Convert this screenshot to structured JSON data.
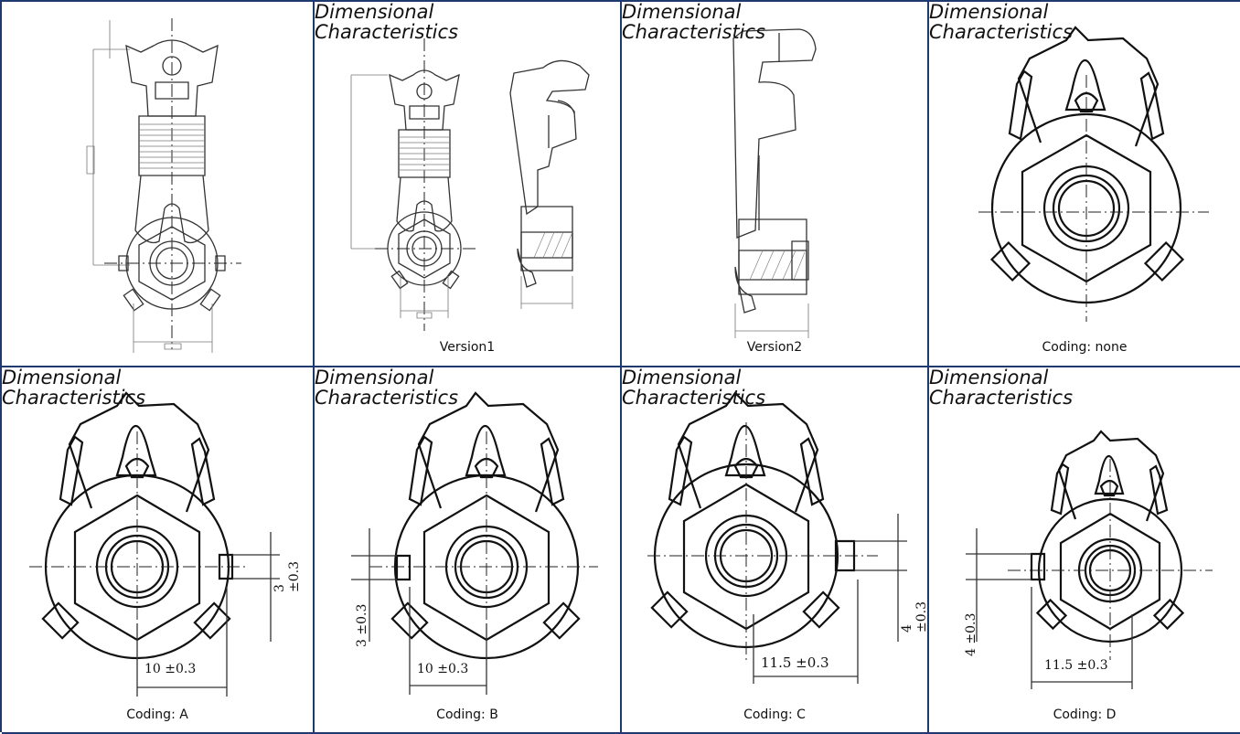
{
  "cells": [
    {
      "id": "r1c1",
      "header": "",
      "caption": ""
    },
    {
      "id": "r1c2",
      "header": "Dimensional\nCharacteristics",
      "caption": "Version1"
    },
    {
      "id": "r1c3",
      "header": "Dimensional\nCharacteristics",
      "caption": "Version2"
    },
    {
      "id": "r1c4",
      "header": "Dimensional\nCharacteristics",
      "caption": "Coding: none"
    },
    {
      "id": "r2c1",
      "header": "Dimensional\nCharacteristics",
      "caption": "Coding: A"
    },
    {
      "id": "r2c2",
      "header": "Dimensional\nCharacteristics",
      "caption": "Coding: B"
    },
    {
      "id": "r2c3",
      "header": "Dimensional\nCharacteristics",
      "caption": "Coding: C"
    },
    {
      "id": "r2c4",
      "header": "Dimensional\nCharacteristics",
      "caption": "Coding: D"
    }
  ],
  "dimensions": {
    "a_width": "10 ±0.3",
    "a_height": "3 ±0.3",
    "b_width": "10 ±0.3",
    "b_height": "3 ±0.3",
    "c_width": "11.5 ±0.3",
    "c_height": "4 ±0.3",
    "d_width": "11.5 ±0.3",
    "d_height": "4 ±0.3"
  }
}
